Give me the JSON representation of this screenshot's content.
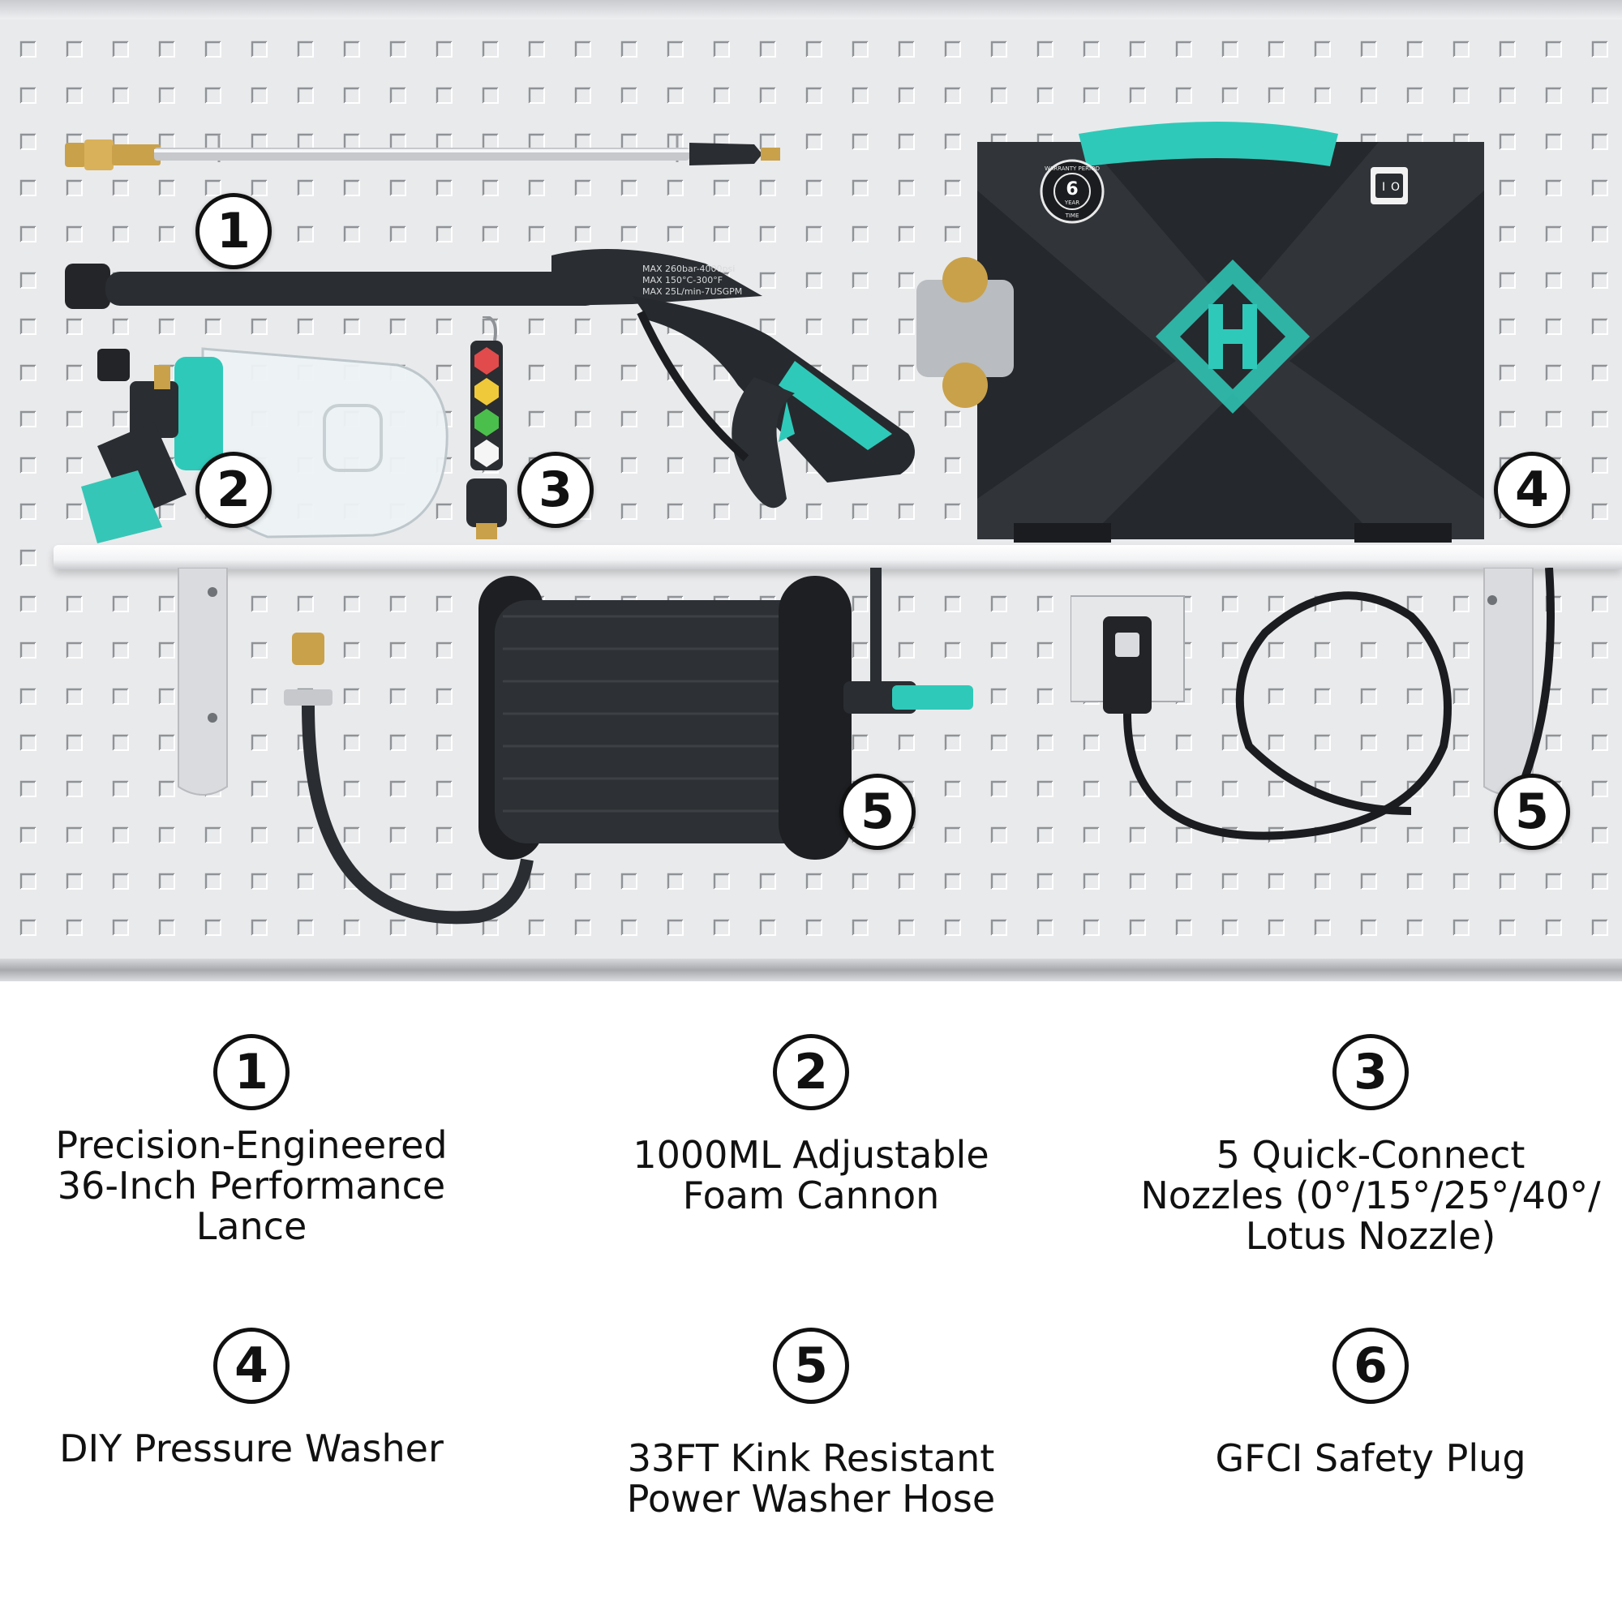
{
  "callouts": {
    "lance": "1",
    "foam": "2",
    "nozzles": "3",
    "washer": "4",
    "hose_reel": "5",
    "plug_cord": "5"
  },
  "gun": {
    "spec_lines": [
      "MAX 260bar-4000psi",
      "MAX 150°C-300°F",
      "MAX 25L/min-7USGPM"
    ]
  },
  "badge": {
    "top": "WARRANTY PERIOD",
    "number": "6",
    "middle": "YEAR",
    "bottom": "TIME"
  },
  "switch": {
    "on": "I",
    "off": "O"
  },
  "colors": {
    "accent_teal": "#2fc9b9",
    "body_dark": "#1f2226",
    "brass": "#c9a14a",
    "pegboard": "#e9eaec",
    "hole": "#b9bbbf"
  },
  "legend": [
    {
      "num": "1",
      "text": "Precision-Engineered\n36-Inch Performance\nLance"
    },
    {
      "num": "2",
      "text": "1000ML Adjustable\nFoam Cannon"
    },
    {
      "num": "3",
      "text": "5 Quick-Connect\nNozzles (0°/15°/25°/40°/\nLotus Nozzle)"
    },
    {
      "num": "4",
      "text": "DIY Pressure Washer"
    },
    {
      "num": "5",
      "text": "33FT Kink Resistant\nPower Washer Hose"
    },
    {
      "num": "6",
      "text": "GFCI Safety Plug"
    }
  ]
}
